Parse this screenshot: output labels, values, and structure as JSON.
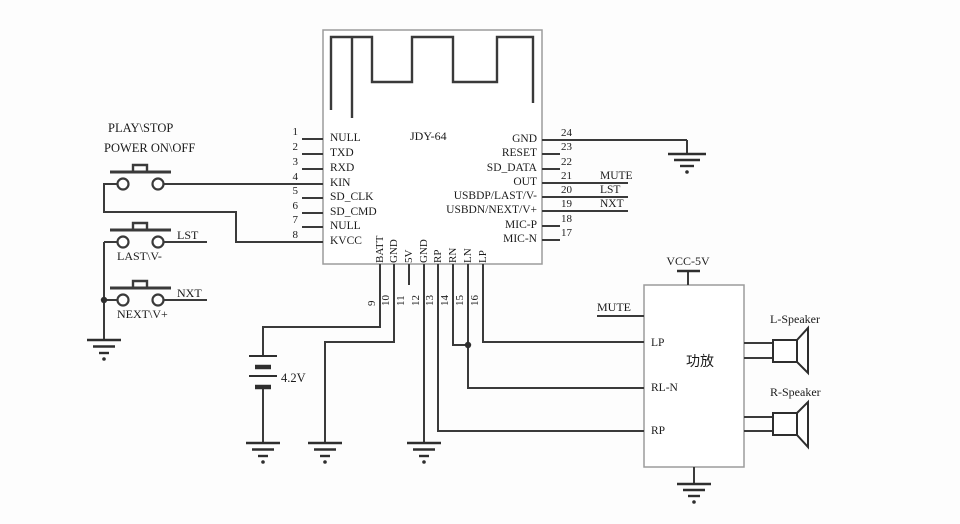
{
  "module": {
    "name": "JDY-64",
    "left_pins": [
      {
        "num": "1",
        "label": "NULL"
      },
      {
        "num": "2",
        "label": "TXD"
      },
      {
        "num": "3",
        "label": "RXD"
      },
      {
        "num": "4",
        "label": "KIN"
      },
      {
        "num": "5",
        "label": "SD_CLK"
      },
      {
        "num": "6",
        "label": "SD_CMD"
      },
      {
        "num": "7",
        "label": "NULL"
      },
      {
        "num": "8",
        "label": "KVCC"
      }
    ],
    "right_pins": [
      {
        "num": "24",
        "label": "GND",
        "net": ""
      },
      {
        "num": "23",
        "label": "RESET",
        "net": ""
      },
      {
        "num": "22",
        "label": "SD_DATA",
        "net": ""
      },
      {
        "num": "21",
        "label": "OUT",
        "net": "MUTE"
      },
      {
        "num": "20",
        "label": "USBDP/LAST/V-",
        "net": "LST"
      },
      {
        "num": "19",
        "label": "USBDN/NEXT/V+",
        "net": "NXT"
      },
      {
        "num": "18",
        "label": "MIC-P",
        "net": ""
      },
      {
        "num": "17",
        "label": "MIC-N",
        "net": ""
      }
    ],
    "bottom_pins": [
      {
        "num": "9",
        "label": "BATT"
      },
      {
        "num": "10",
        "label": "GND"
      },
      {
        "num": "11",
        "label": "5V"
      },
      {
        "num": "12",
        "label": "GND"
      },
      {
        "num": "13",
        "label": "RP"
      },
      {
        "num": "14",
        "label": "RN"
      },
      {
        "num": "15",
        "label": "LN"
      },
      {
        "num": "16",
        "label": "LP"
      }
    ]
  },
  "buttons": {
    "play_stop": "PLAY\\STOP",
    "power_on_off": "POWER ON\\OFF",
    "lst_net": "LST",
    "last_caption": "LAST\\V-",
    "nxt_net": "NXT",
    "next_caption": "NEXT\\V+"
  },
  "battery": {
    "voltage": "4.2V"
  },
  "amplifier": {
    "name": "功放",
    "power_rail": "VCC-5V",
    "mute_label": "MUTE",
    "inputs": [
      "LP",
      "RL-N",
      "RP"
    ]
  },
  "speakers": {
    "left": "L-Speaker",
    "right": "R-Speaker"
  },
  "colors": {
    "wire": "#3a3a3a",
    "box_border": "#9c9c9c",
    "text": "#1b1b1b",
    "background": "#fdfdfd"
  }
}
